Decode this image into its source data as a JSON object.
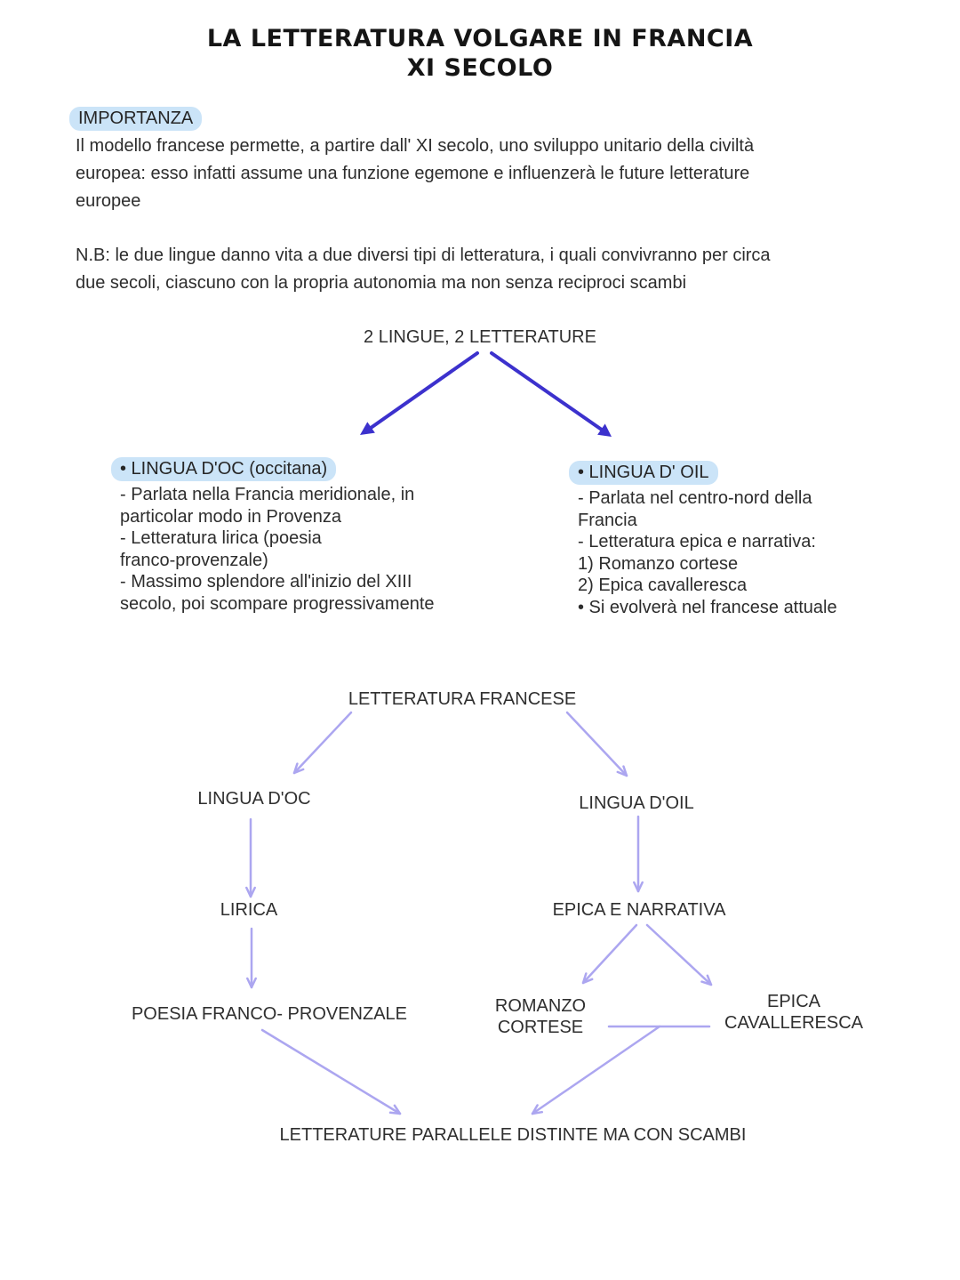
{
  "colors": {
    "highlight": "#cbe4f8",
    "arrow_primary": "#3c31cd",
    "arrow_secondary": "#aca6f0",
    "text": "#2d2d2d"
  },
  "title": {
    "line1": "LA LETTERATURA VOLGARE IN FRANCIA",
    "line2": "XI SECOLO"
  },
  "importanza": {
    "label": "IMPORTANZA",
    "body_lines": [
      "Il modello francese permette, a partire dall' XI secolo, uno sviluppo unitario della civiltà",
      "europea: esso infatti assume una funzione egemone e influenzerà le future letterature",
      "europee"
    ]
  },
  "nota": {
    "lines": [
      "N.B: le due lingue danno vita a due diversi tipi di letteratura, i quali convivranno per circa",
      "due secoli, ciascuno con la propria autonomia ma non senza reciproci scambi"
    ]
  },
  "diagram1": {
    "root": "2 LINGUE, 2 LETTERATURE",
    "left": {
      "heading": "• LINGUA D'OC (occitana)",
      "lines": [
        "- Parlata nella Francia meridionale, in",
        "particolar modo in Provenza",
        "- Letteratura lirica (poesia",
        "franco-provenzale)",
        "- Massimo splendore all'inizio del XIII",
        "secolo, poi scompare progressivamente"
      ]
    },
    "right": {
      "heading": "• LINGUA D' OIL",
      "lines": [
        "- Parlata nel centro-nord della",
        "Francia",
        "- Letteratura epica e narrativa:",
        "1) Romanzo cortese",
        "2) Epica cavalleresca",
        "• Si evolverà nel francese attuale"
      ]
    }
  },
  "diagram2": {
    "root": "LETTERATURA FRANCESE",
    "lingua_doc": "LINGUA D'OC",
    "lingua_doil": "LINGUA D'OIL",
    "lirica": "LIRICA",
    "epica_narrativa": "EPICA E NARRATIVA",
    "poesia": "POESIA FRANCO- PROVENZALE",
    "romanzo": {
      "lines": [
        "ROMANZO",
        "CORTESE"
      ]
    },
    "epica_cavalleresca": {
      "lines": [
        "EPICA",
        "CAVALLERESCA"
      ]
    },
    "conclusion": "LETTERATURE PARALLELE DISTINTE MA CON SCAMBI",
    "edges": [
      {
        "from": "2 LINGUE, 2 LETTERATURE",
        "to": "LINGUA D'OC (occitana)"
      },
      {
        "from": "2 LINGUE, 2 LETTERATURE",
        "to": "LINGUA D' OIL"
      },
      {
        "from": "LETTERATURA FRANCESE",
        "to": "LINGUA D'OC"
      },
      {
        "from": "LETTERATURA FRANCESE",
        "to": "LINGUA D'OIL"
      },
      {
        "from": "LINGUA D'OC",
        "to": "LIRICA"
      },
      {
        "from": "LINGUA D'OIL",
        "to": "EPICA E NARRATIVA"
      },
      {
        "from": "LIRICA",
        "to": "POESIA FRANCO- PROVENZALE"
      },
      {
        "from": "EPICA E NARRATIVA",
        "to": "ROMANZO CORTESE"
      },
      {
        "from": "EPICA E NARRATIVA",
        "to": "EPICA CAVALLERESCA"
      },
      {
        "from": "ROMANZO CORTESE",
        "to": "EPICA CAVALLERESCA"
      },
      {
        "from": "POESIA FRANCO- PROVENZALE",
        "to": "LETTERATURE PARALLELE DISTINTE MA CON SCAMBI"
      },
      {
        "from": "ROMANZO CORTESE / EPICA CAVALLERESCA",
        "to": "LETTERATURE PARALLELE DISTINTE MA CON SCAMBI"
      }
    ]
  }
}
